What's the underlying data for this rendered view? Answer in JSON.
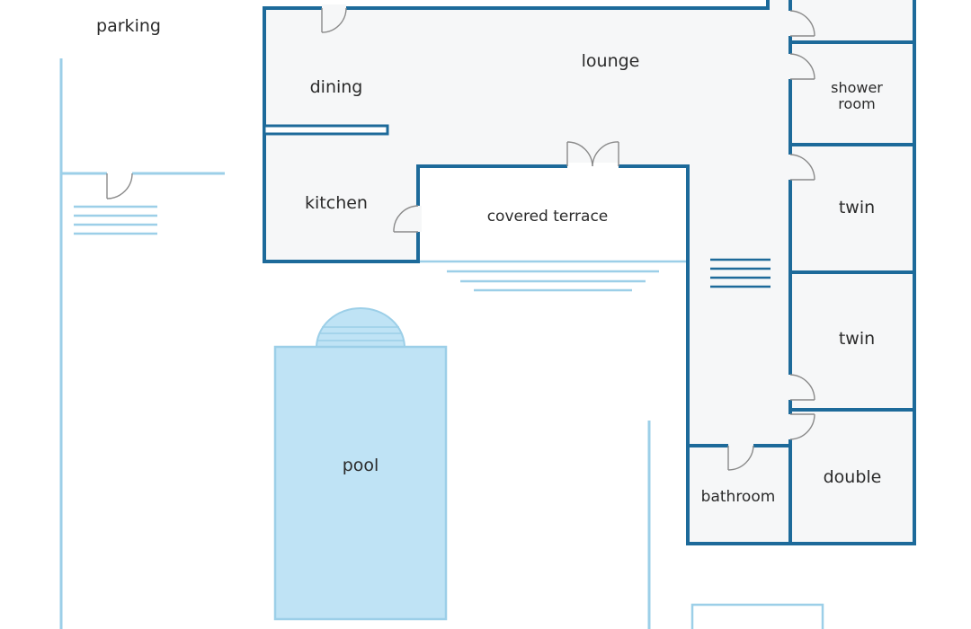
{
  "labels": {
    "parking": "parking",
    "lounge": "lounge",
    "dining": "dining",
    "kitchen": "kitchen",
    "covered_terrace": "covered terrace",
    "shower_room_line1": "shower",
    "shower_room_line2": "room",
    "twin_1": "twin",
    "twin_2": "twin",
    "double": "double",
    "bathroom": "bathroom",
    "pool": "pool"
  },
  "colors": {
    "wall": "#1d6a9a",
    "light_line": "#9ccfe8",
    "pool_fill": "#bfe3f5",
    "room_fill": "#f6f7f8"
  }
}
